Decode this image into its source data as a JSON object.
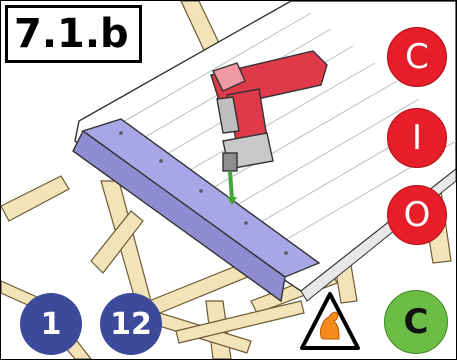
{
  "step": {
    "label": "7.1.b"
  },
  "badges": {
    "red": [
      {
        "label": "C"
      },
      {
        "label": "I"
      },
      {
        "label": "O"
      }
    ],
    "count_a": "1",
    "count_b": "12",
    "green": "C"
  },
  "icons": {
    "tool": "cordless-drill",
    "effort": "flexed-arm-icon"
  },
  "colors": {
    "red_badge": "#e61e2a",
    "blue_badge": "#3d4a99",
    "green_badge": "#6cbd45",
    "drill_body": "#e03a4a",
    "trim_board": "#a8a6e6",
    "timber": "#f2e3b8"
  }
}
